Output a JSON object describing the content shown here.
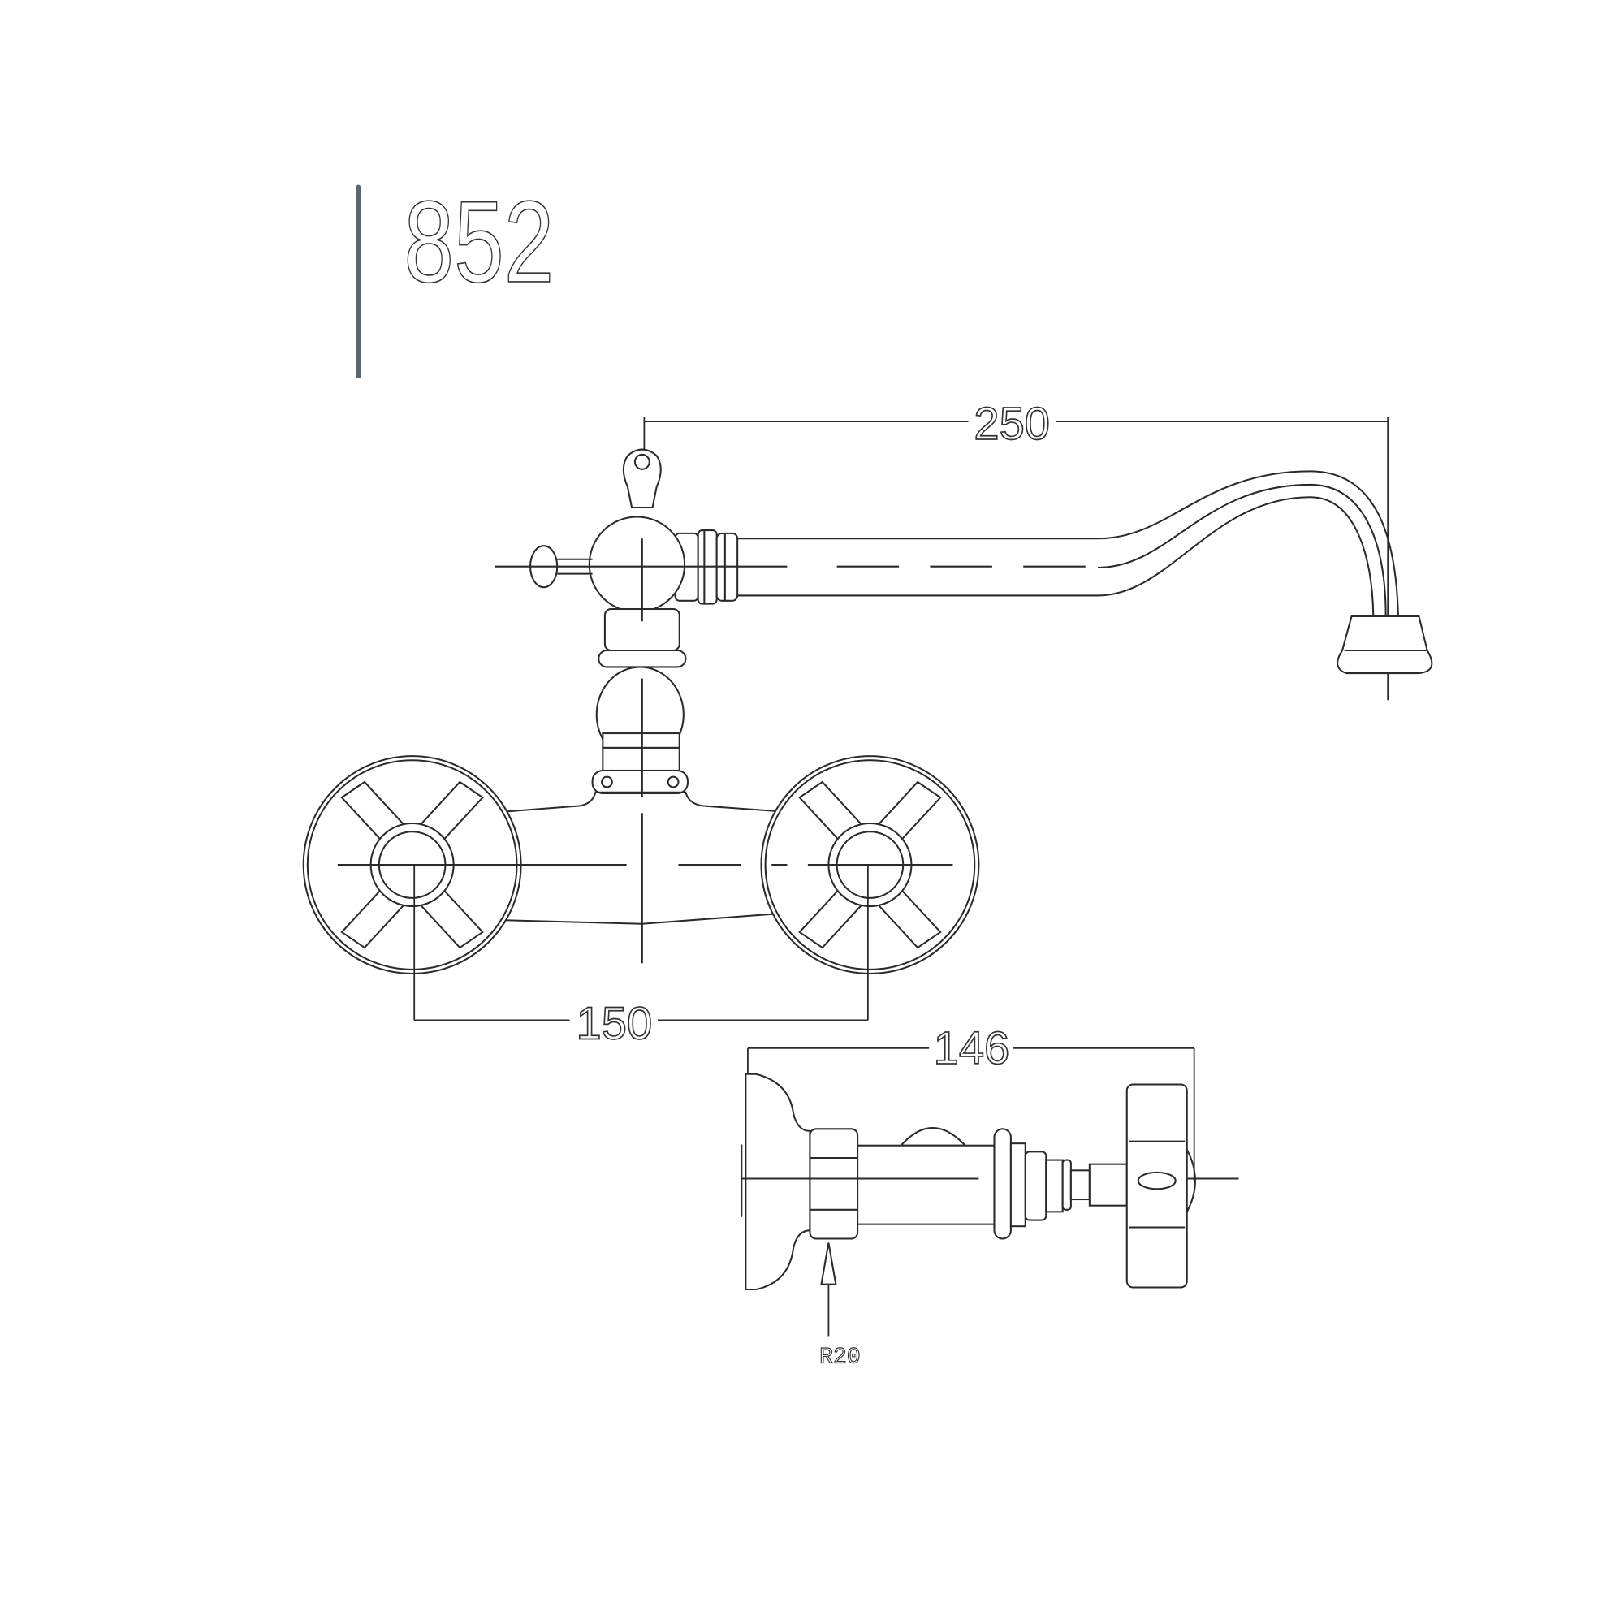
{
  "drawing": {
    "model_number": "852",
    "accent_bar_color": "#5a6670",
    "dimensions": {
      "spout_reach": "250",
      "inlet_centers": "150",
      "projection_depth": "146",
      "radius_callout": "R20"
    }
  }
}
